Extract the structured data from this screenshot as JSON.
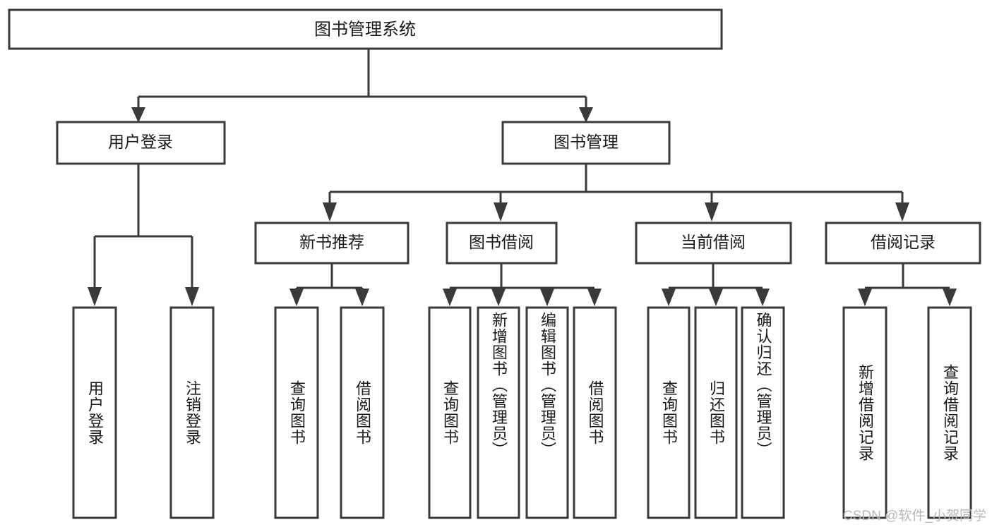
{
  "diagram": {
    "title": "图书管理系统",
    "type": "tree",
    "orientation": "top-down",
    "colors": {
      "box_stroke": "#3a3a3a",
      "box_fill": "#ffffff",
      "connector": "#3a3a3a",
      "text": "#1a1a1a",
      "background": "#ffffff",
      "watermark": "#b9b9b9"
    },
    "root": {
      "label": "图书管理系统"
    },
    "level1": [
      {
        "label": "用户登录"
      },
      {
        "label": "图书管理"
      }
    ],
    "level2": [
      {
        "label": "新书推荐"
      },
      {
        "label": "图书借阅"
      },
      {
        "label": "当前借阅"
      },
      {
        "label": "借阅记录"
      }
    ],
    "leaves": {
      "user_login": [
        {
          "label": "用户登录"
        },
        {
          "label": "注销登录"
        }
      ],
      "new_book_recommend": [
        {
          "label": "查询图书"
        },
        {
          "label": "借阅图书"
        }
      ],
      "book_borrow": [
        {
          "label": "查询图书"
        },
        {
          "label": "新增图书（管理员）"
        },
        {
          "label": "编辑图书（管理员）"
        },
        {
          "label": "借阅图书"
        }
      ],
      "current_borrow": [
        {
          "label": "查询图书"
        },
        {
          "label": "归还图书"
        },
        {
          "label": "确认归还（管理员）"
        }
      ],
      "borrow_record": [
        {
          "label": "新增借阅记录"
        },
        {
          "label": "查询借阅记录"
        }
      ]
    },
    "watermark": "CSDN @软件_小贺同学"
  }
}
